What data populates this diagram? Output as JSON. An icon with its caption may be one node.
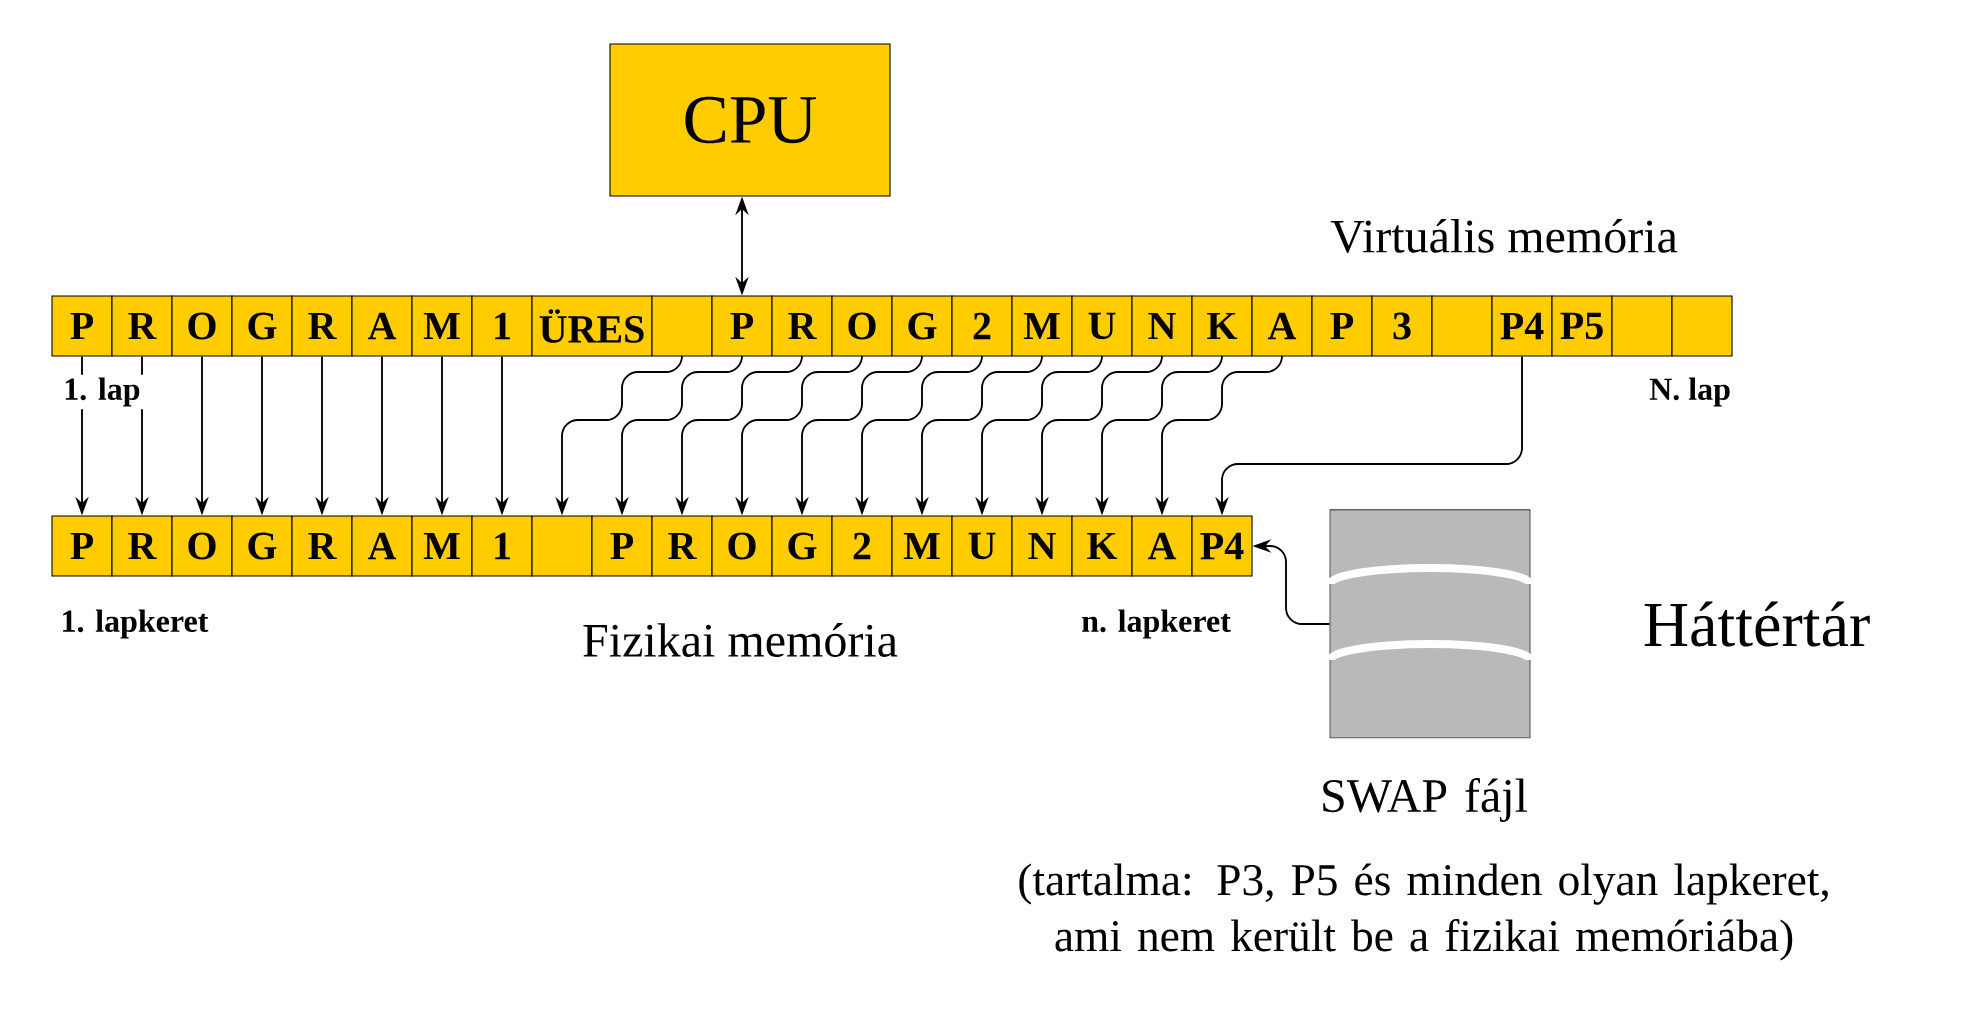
{
  "diagram": {
    "nodes": [
      {
        "text": [
          "CPU"
        ]
      },
      {
        "text": [
          "P"
        ]
      },
      {
        "text": [
          "R"
        ]
      },
      {
        "text": [
          "O"
        ]
      },
      {
        "text": [
          "G"
        ]
      },
      {
        "text": [
          "R"
        ]
      },
      {
        "text": [
          "A"
        ]
      },
      {
        "text": [
          "M"
        ]
      },
      {
        "text": [
          "1"
        ]
      },
      {
        "text": [
          "ÜRES"
        ]
      },
      {
        "text": [],
        "shape": "box"
      },
      {
        "text": [
          "P"
        ]
      },
      {
        "text": [
          "R"
        ]
      },
      {
        "text": [
          "O"
        ]
      },
      {
        "text": [
          "G"
        ]
      },
      {
        "text": [
          "2"
        ]
      },
      {
        "text": [
          "M"
        ]
      },
      {
        "text": [
          "U"
        ]
      },
      {
        "text": [
          "N"
        ]
      },
      {
        "text": [
          "K"
        ]
      },
      {
        "text": [
          "A"
        ]
      },
      {
        "text": [
          "P"
        ]
      },
      {
        "text": [
          "3"
        ]
      },
      {
        "text": [],
        "shape": "box"
      },
      {
        "text": [
          "P4"
        ]
      },
      {
        "text": [
          "P5"
        ]
      },
      {
        "text": [],
        "shape": "box"
      },
      {
        "text": [],
        "shape": "box"
      },
      {
        "text": [
          "P"
        ]
      },
      {
        "text": [
          "R"
        ]
      },
      {
        "text": [
          "O"
        ]
      },
      {
        "text": [
          "G"
        ]
      },
      {
        "text": [
          "R"
        ]
      },
      {
        "text": [
          "A"
        ]
      },
      {
        "text": [
          "M"
        ]
      },
      {
        "text": [
          "1"
        ]
      },
      {
        "text": [],
        "shape": "box"
      },
      {
        "text": [
          "P"
        ]
      },
      {
        "text": [
          "R"
        ]
      },
      {
        "text": [
          "O"
        ]
      },
      {
        "text": [
          "G"
        ]
      },
      {
        "text": [
          "2"
        ]
      },
      {
        "text": [
          "M"
        ]
      },
      {
        "text": [
          "U"
        ]
      },
      {
        "text": [
          "N"
        ]
      },
      {
        "text": [
          "K"
        ]
      },
      {
        "text": [
          "A"
        ]
      },
      {
        "text": [
          "P4"
        ]
      },
      {
        "text": [],
        "shape": "cylinder",
        "beside": [
          "Háttértár",
          "SWAP fájl",
          "(tartalma: P3, P5 és minden olyan lapkeret, ami nem került be a fizikai memóriába)"
        ]
      }
    ],
    "edges": [
      {
        "from": 0,
        "to": 11,
        "arrow": "both"
      },
      {
        "from": 1,
        "to": 28,
        "arrow": "to"
      },
      {
        "from": 2,
        "to": 29,
        "arrow": "to"
      },
      {
        "from": 3,
        "to": 30,
        "arrow": "to"
      },
      {
        "from": 4,
        "to": 31,
        "arrow": "to"
      },
      {
        "from": 5,
        "to": 32,
        "arrow": "to"
      },
      {
        "from": 6,
        "to": 33,
        "arrow": "to"
      },
      {
        "from": 7,
        "to": 34,
        "arrow": "to"
      },
      {
        "from": 8,
        "to": 35,
        "arrow": "to"
      },
      {
        "from": 10,
        "to": 36,
        "arrow": "to"
      },
      {
        "from": 11,
        "to": 37,
        "arrow": "to"
      },
      {
        "from": 12,
        "to": 38,
        "arrow": "to"
      },
      {
        "from": 13,
        "to": 39,
        "arrow": "to"
      },
      {
        "from": 14,
        "to": 40,
        "arrow": "to"
      },
      {
        "from": 15,
        "to": 41,
        "arrow": "to"
      },
      {
        "from": 16,
        "to": 42,
        "arrow": "to"
      },
      {
        "from": 17,
        "to": 43,
        "arrow": "to"
      },
      {
        "from": 18,
        "to": 44,
        "arrow": "to"
      },
      {
        "from": 19,
        "to": 45,
        "arrow": "to"
      },
      {
        "from": 20,
        "to": 46,
        "arrow": "to"
      },
      {
        "from": 24,
        "to": 47,
        "arrow": "to"
      },
      {
        "from": 48,
        "to": 47,
        "arrow": "to"
      }
    ],
    "labels": [
      "Virtuális memória",
      "1. lap",
      "N. lap",
      "1. lapkeret",
      "Fizikai memória",
      "n. lapkeret"
    ]
  }
}
